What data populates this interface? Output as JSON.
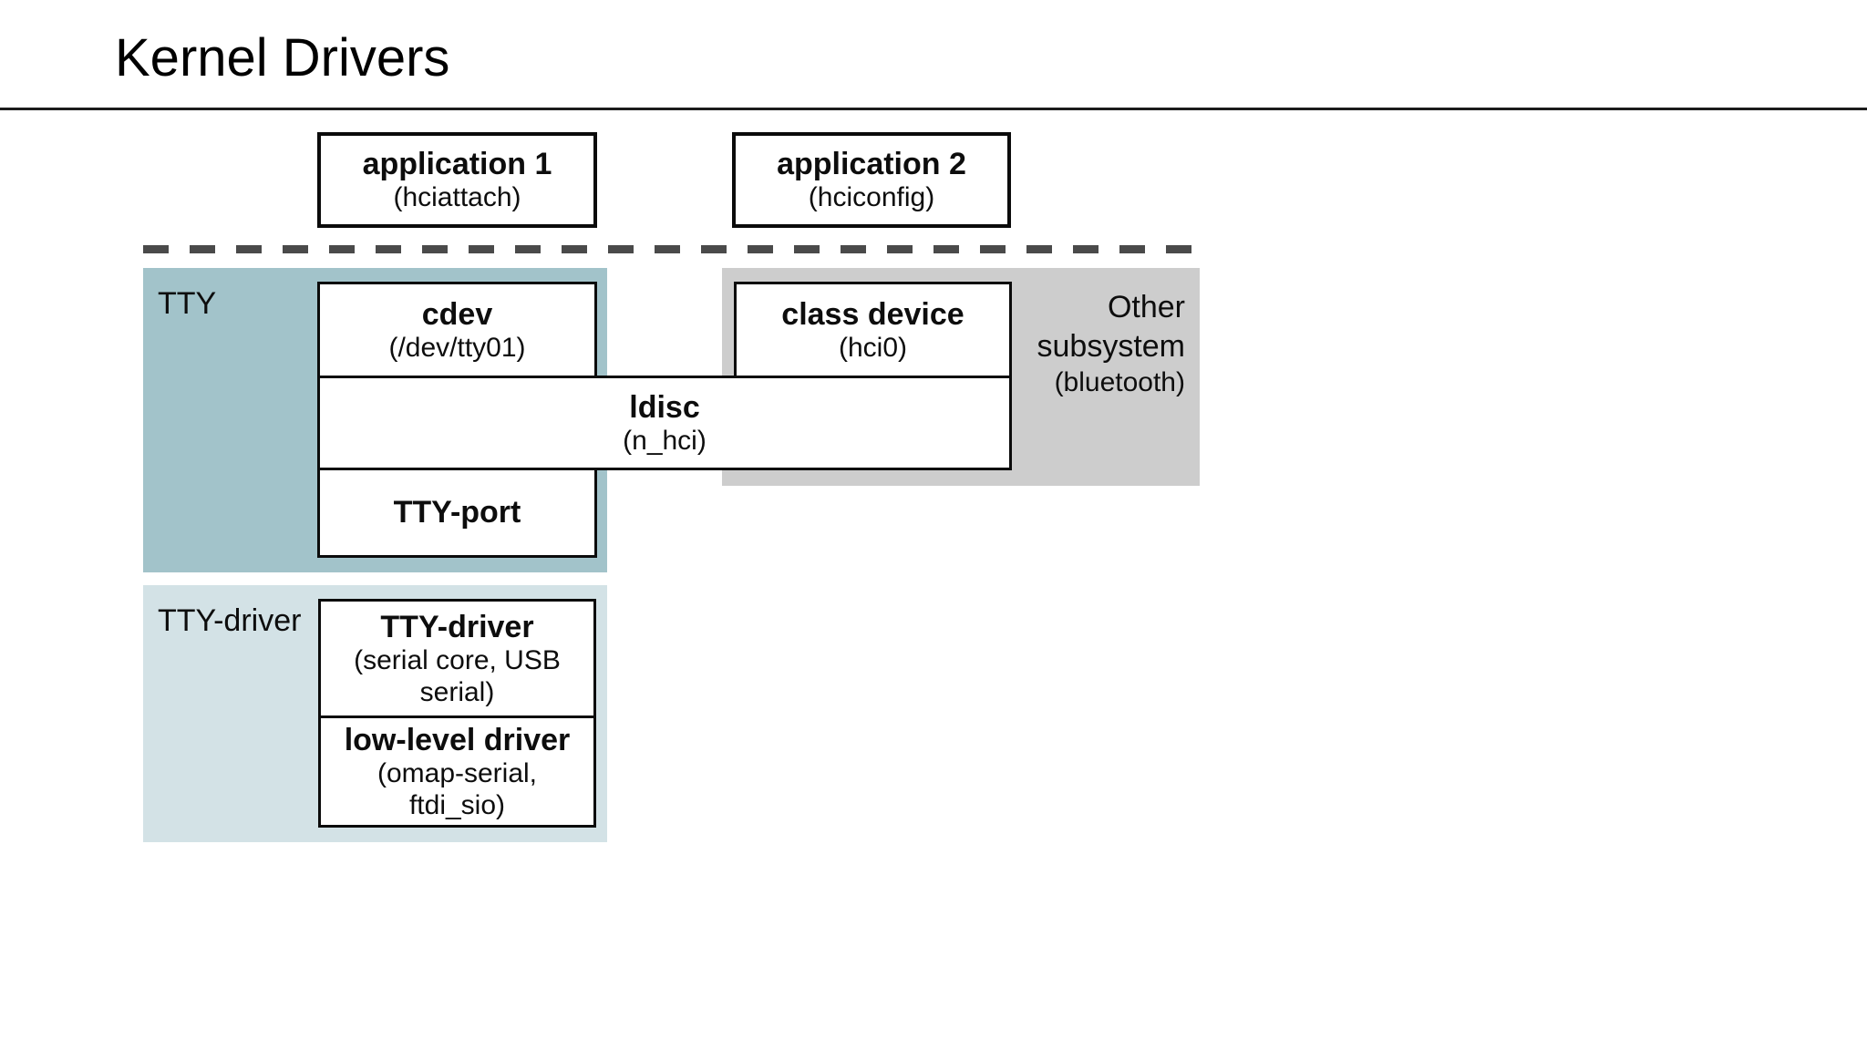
{
  "slide": {
    "title": "Kernel Drivers"
  },
  "colors": {
    "tty_region": "#a2c3ca",
    "tty_driver_region": "#d3e2e6",
    "other_region": "#cdcdcd",
    "dash": "#4a4a4a",
    "box_border": "#0b0b0b"
  },
  "diagram": {
    "applications": {
      "app1": {
        "name": "application 1",
        "detail": "(hciattach)"
      },
      "app2": {
        "name": "application 2",
        "detail": "(hciconfig)"
      }
    },
    "regions": {
      "tty": {
        "label": "TTY"
      },
      "tty_driver": {
        "label": "TTY-driver"
      },
      "other_subsystem": {
        "line1": "Other",
        "line2": "subsystem",
        "detail": "(bluetooth)"
      }
    },
    "blocks": {
      "cdev": {
        "name": "cdev",
        "detail": "(/dev/tty01)"
      },
      "class_device": {
        "name": "class device",
        "detail": "(hci0)"
      },
      "ldisc": {
        "name": "ldisc",
        "detail": "(n_hci)"
      },
      "tty_port": {
        "name": "TTY-port"
      },
      "tty_driver": {
        "name": "TTY-driver",
        "detail": "(serial core, USB serial)"
      },
      "low_level_driver": {
        "name": "low-level driver",
        "detail": "(omap-serial, ftdi_sio)"
      }
    }
  }
}
